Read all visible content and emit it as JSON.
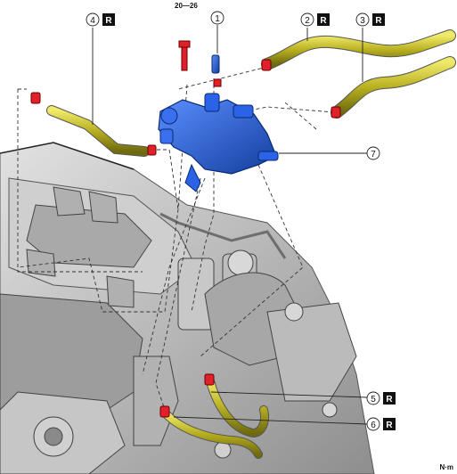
{
  "diagram": {
    "torque_spec": "20—26",
    "unit_label": "N·m",
    "replace_badge": "R",
    "callouts": [
      {
        "num": "1",
        "replace": false
      },
      {
        "num": "2",
        "replace": true
      },
      {
        "num": "3",
        "replace": true
      },
      {
        "num": "4",
        "replace": true
      },
      {
        "num": "5",
        "replace": true
      },
      {
        "num": "6",
        "replace": true
      },
      {
        "num": "7",
        "replace": false
      }
    ],
    "colors": {
      "hose": "#b8b020",
      "module": "#1f5fd6",
      "clamp": "#e0202a",
      "engine": "#b9b9b9",
      "leader": "#333333"
    }
  }
}
